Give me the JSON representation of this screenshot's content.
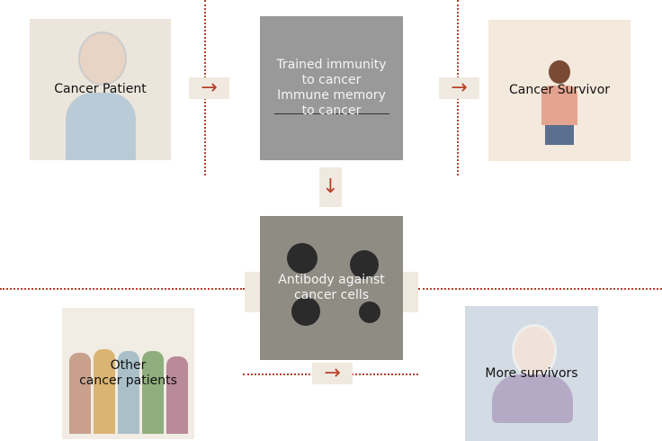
{
  "nodes": {
    "cancer_patient": {
      "label": "Cancer Patient",
      "bg": "#ebe5db"
    },
    "trained_immunity": {
      "label_lines": [
        "Trained immunity",
        "to cancer",
        "Immune memory",
        "to cancer"
      ],
      "bg": "#999999"
    },
    "cancer_survivor": {
      "label": "Cancer Survivor",
      "bg": "#f3e9dc"
    },
    "antibody": {
      "label_lines": [
        "Antibody against",
        "cancer cells"
      ],
      "bg": "#8f8c83"
    },
    "other_patients": {
      "label_lines": [
        "Other",
        "cancer patients"
      ],
      "bg": "#f1ece4"
    },
    "more_survivors": {
      "label": "More survivors",
      "bg": "#d3dce4"
    }
  },
  "arrows": {
    "right": "→",
    "down": "↓"
  },
  "colors": {
    "accent": "#b5412a",
    "arrow_bg": "#f0e9df"
  }
}
